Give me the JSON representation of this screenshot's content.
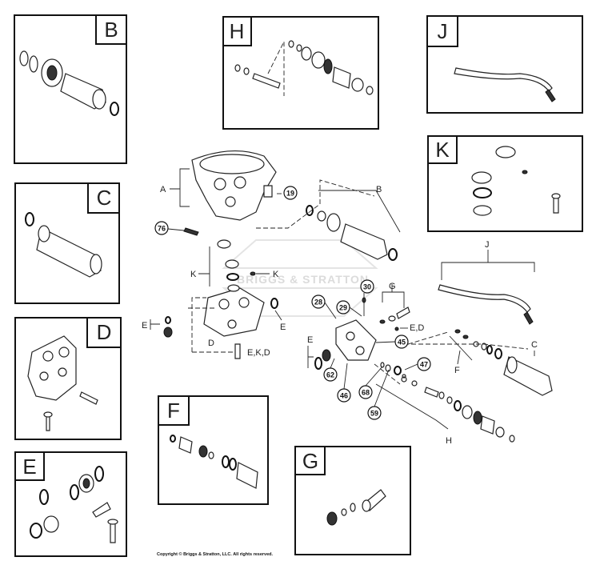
{
  "copyright": "Copyright © Briggs & Stratton, LLC. All rights reserved.",
  "watermark": "BRIGGS & STRATTON",
  "insets": [
    {
      "id": "B",
      "label": "B"
    },
    {
      "id": "C",
      "label": "C"
    },
    {
      "id": "D",
      "label": "D"
    },
    {
      "id": "E",
      "label": "E"
    },
    {
      "id": "F",
      "label": "F"
    },
    {
      "id": "G",
      "label": "G"
    },
    {
      "id": "H",
      "label": "H"
    },
    {
      "id": "J",
      "label": "J"
    },
    {
      "id": "K",
      "label": "K"
    }
  ],
  "callouts": [
    "19",
    "76",
    "30",
    "28",
    "29",
    "45",
    "47",
    "62",
    "46",
    "68",
    "59"
  ],
  "assembly_letters": {
    "A": "A",
    "B": "B",
    "C": "C",
    "D": "D",
    "E1": "E",
    "E2": "E",
    "E3": "E",
    "F": "F",
    "G": "G",
    "H": "H",
    "J": "J",
    "K1": "K",
    "K2": "K",
    "EK_D": "E,K,D",
    "E_D": "E,D"
  },
  "colors": {
    "line": "#111111",
    "background": "#ffffff",
    "watermark": "#d8d8d8"
  }
}
